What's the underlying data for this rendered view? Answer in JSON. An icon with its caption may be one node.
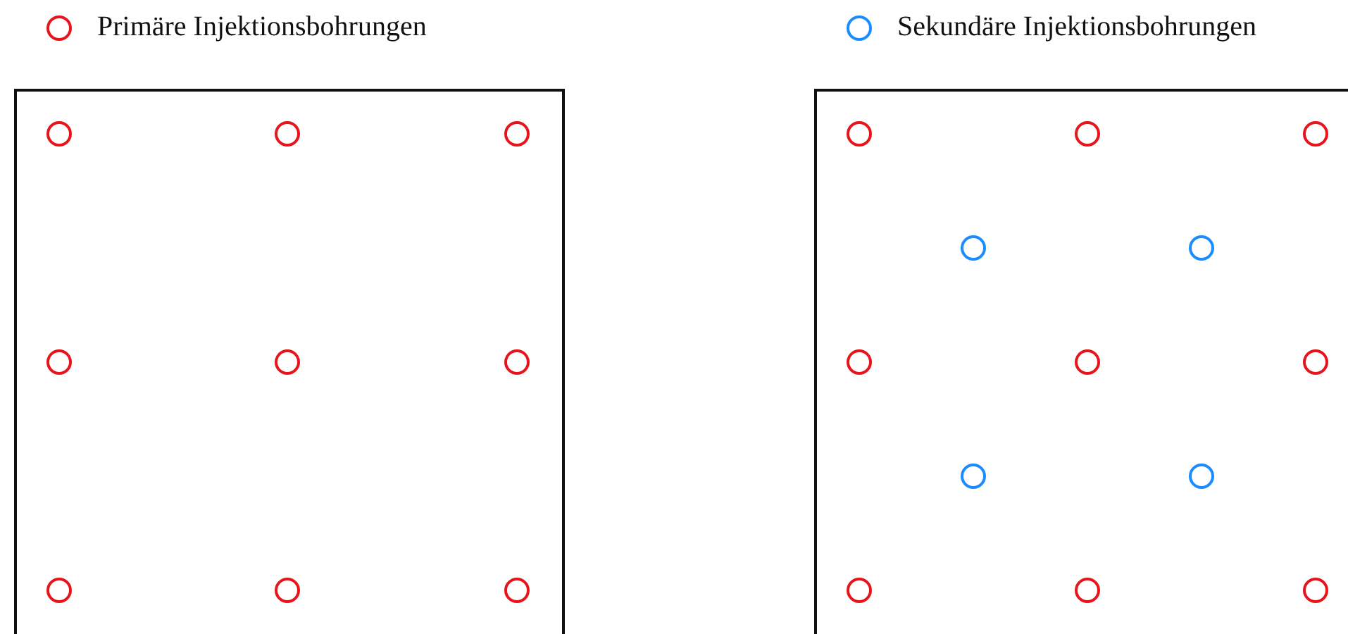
{
  "diagram": {
    "nodes": [
      {
        "text": [],
        "shape": "box"
      },
      {
        "text": [],
        "shape": "circle",
        "in": 0
      },
      {
        "text": [],
        "shape": "circle",
        "in": 0
      },
      {
        "text": [],
        "shape": "circle",
        "in": 0
      },
      {
        "text": [],
        "shape": "circle",
        "in": 0
      },
      {
        "text": [],
        "shape": "circle",
        "in": 0
      },
      {
        "text": [],
        "shape": "circle",
        "in": 0
      },
      {
        "text": [],
        "shape": "circle",
        "in": 0
      },
      {
        "text": [],
        "shape": "circle",
        "in": 0
      },
      {
        "text": [],
        "shape": "circle",
        "in": 0
      },
      {
        "text": [],
        "shape": "box"
      },
      {
        "text": [],
        "shape": "circle",
        "in": 10
      },
      {
        "text": [],
        "shape": "circle",
        "in": 10
      },
      {
        "text": [],
        "shape": "circle",
        "in": 10
      },
      {
        "text": [],
        "shape": "circle",
        "in": 10
      },
      {
        "text": [],
        "shape": "circle",
        "in": 10
      },
      {
        "text": [],
        "shape": "circle",
        "in": 10
      },
      {
        "text": [],
        "shape": "circle",
        "in": 10
      },
      {
        "text": [],
        "shape": "circle",
        "in": 10
      },
      {
        "text": [],
        "shape": "circle",
        "in": 10
      },
      {
        "text": [],
        "shape": "circle",
        "in": 10
      },
      {
        "text": [],
        "shape": "circle",
        "in": 10
      },
      {
        "text": [],
        "shape": "circle",
        "in": 10
      },
      {
        "text": [],
        "shape": "circle",
        "in": 10
      }
    ],
    "legend": [
      {
        "text": "Primäre Injektionsbohrungen",
        "color": "#e8141c"
      },
      {
        "text": "Sekundäre Injektionsbohrungen",
        "color": "#1a8cff"
      }
    ]
  }
}
